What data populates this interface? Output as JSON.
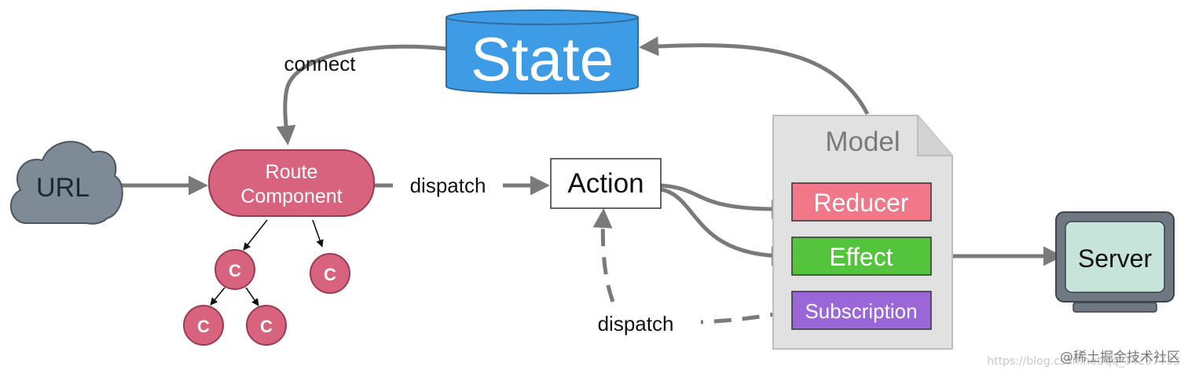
{
  "diagram": {
    "state_label": "State",
    "url_label": "URL",
    "route_component_line1": "Route",
    "route_component_line2": "Component",
    "child_label": "C",
    "action_label": "Action",
    "model_label": "Model",
    "reducer_label": "Reducer",
    "effect_label": "Effect",
    "subscription_label": "Subscription",
    "server_label": "Server",
    "edge_connect": "connect",
    "edge_dispatch_route": "dispatch",
    "edge_dispatch_subscription": "dispatch"
  },
  "colors": {
    "state": "#3e9be5",
    "url_cloud": "#7e8a96",
    "route_component": "#d8637f",
    "child": "#d8637f",
    "reducer": "#f27788",
    "effect": "#55c43d",
    "subscription": "#9a66d8",
    "model_doc": "#e1e1e1",
    "server_screen": "#c6e4da",
    "arrow": "#7a7a7a"
  },
  "watermark": {
    "platform": "@稀土掘金技术社区",
    "url": "https://blog.csdn.net/qq_34297733"
  }
}
